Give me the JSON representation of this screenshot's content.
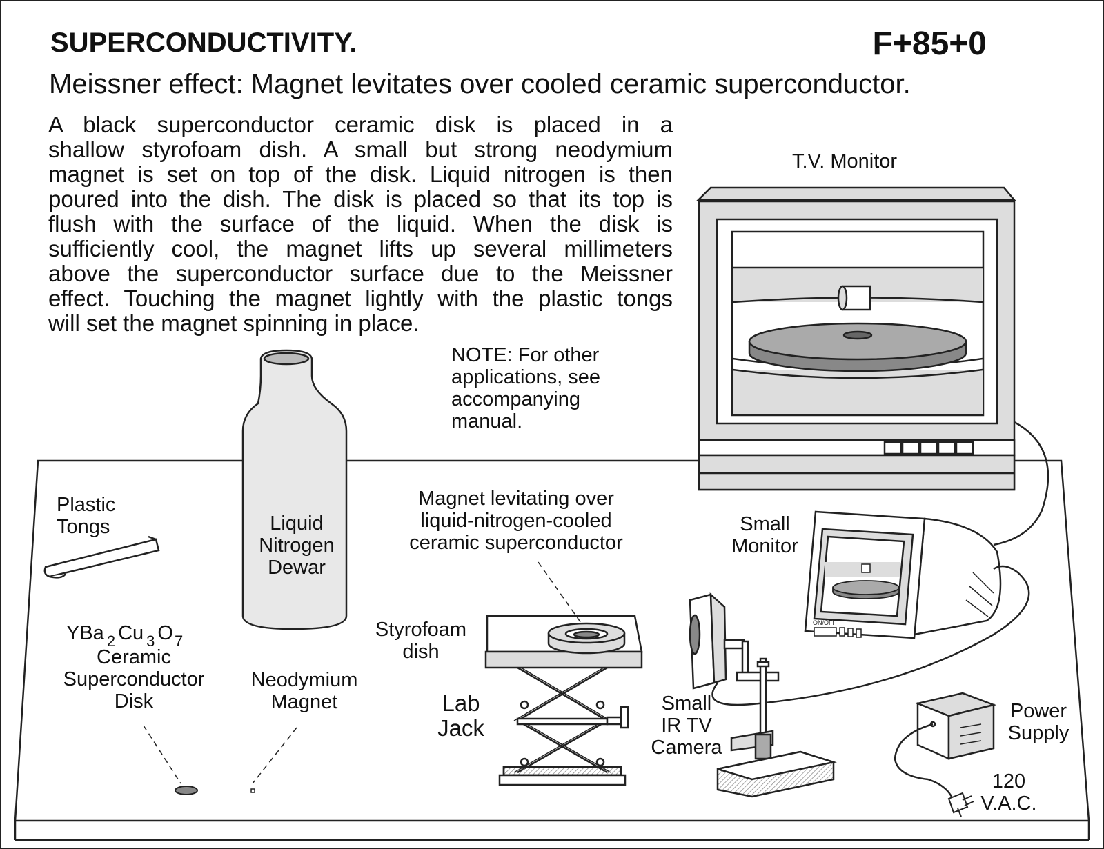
{
  "header": {
    "title": "SUPERCONDUCTIVITY.",
    "code": "F+85+0",
    "subtitle": "Meissner effect:  Magnet levitates over cooled ceramic superconductor."
  },
  "description": {
    "lines": [
      "A black superconductor ceramic disk is placed in a",
      "shallow styrofoam dish. A small but strong neodymium",
      "magnet is set on top of the disk. Liquid nitrogen is then",
      "poured into the dish. The disk is placed so that its top is",
      "flush with the surface of the liquid. When the disk is",
      "sufficiently cool, the magnet lifts up several millimeters",
      "above the superconductor surface due to the Meissner",
      "effect. Touching the magnet lightly with the plastic tongs",
      "will set the magnet spinning in place."
    ]
  },
  "note": {
    "lines": [
      "NOTE: For other",
      "applications, see",
      "accompanying",
      "manual."
    ]
  },
  "labels": {
    "tv_monitor": "T.V. Monitor",
    "plastic_tongs": [
      "Plastic",
      "Tongs"
    ],
    "dewar": [
      "Liquid",
      "Nitrogen",
      "Dewar"
    ],
    "magnet_levitating": [
      "Magnet levitating over",
      "liquid-nitrogen-cooled",
      "ceramic superconductor"
    ],
    "small_monitor": [
      "Small",
      "Monitor"
    ],
    "styrofoam_dish": [
      "Styrofoam",
      "dish"
    ],
    "lab_jack": [
      "Lab",
      "Jack"
    ],
    "formula": {
      "yba": "YBa",
      "sub2": "2",
      "cu": "Cu",
      "sub3": "3",
      "o": "O",
      "sub7": "7"
    },
    "ceramic_disk": [
      "Ceramic",
      "Superconductor",
      "Disk"
    ],
    "neodymium_magnet": [
      "Neodymium",
      "Magnet"
    ],
    "ir_camera": [
      "Small",
      "IR TV",
      "Camera"
    ],
    "power_supply": [
      "Power",
      "Supply"
    ],
    "vac": [
      "120",
      "V.A.C."
    ],
    "onoff": "ON/OFF"
  }
}
